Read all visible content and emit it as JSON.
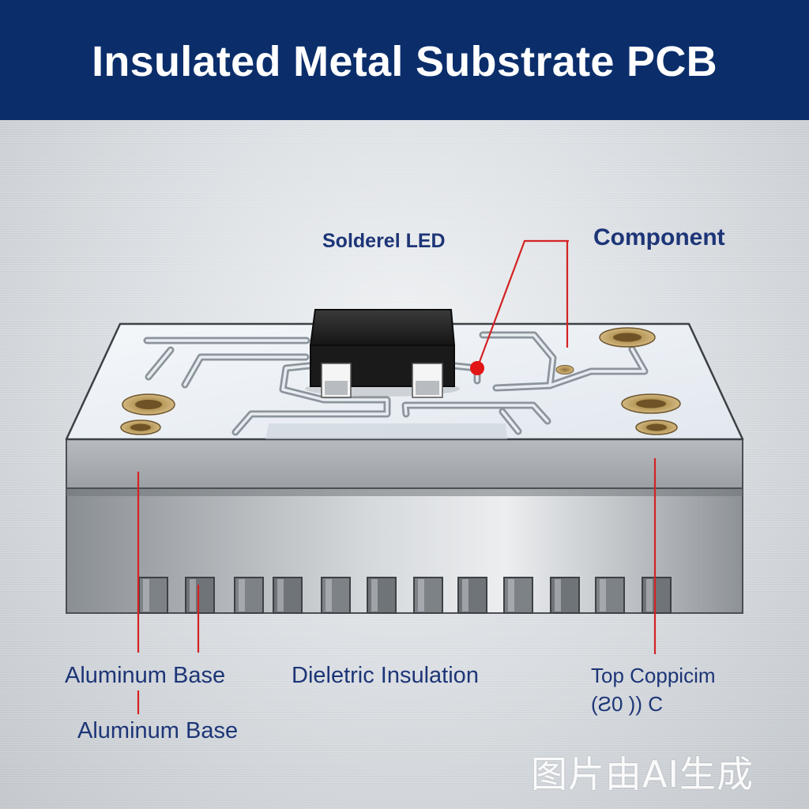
{
  "title": "Insulated Metal Substrate PCB",
  "labels": {
    "soldered_led": "Solderel LED",
    "component": "Component",
    "aluminum_base_1": "Aluminum Base",
    "aluminum_base_2": "Aluminum Base",
    "dielectric_insulation": "Dieletric Insulation",
    "top_copper_line1": "Top Coppicim",
    "top_copper_line2": "(Ƨ0 ))  C"
  },
  "watermark": "图片由AI生成",
  "colors": {
    "title_bar": "#0b2e6b",
    "label_text": "#1d3577",
    "callout_line": "#d42222",
    "led_body": "#222222",
    "pad_gold": "#b08d50",
    "board_top": "#eef3f8",
    "dielectric_layer": "#a4a9ad",
    "aluminum_base": "#b4b8bc"
  },
  "icons": {
    "led": "smd-led-package",
    "callout_dot": "red-dot"
  }
}
